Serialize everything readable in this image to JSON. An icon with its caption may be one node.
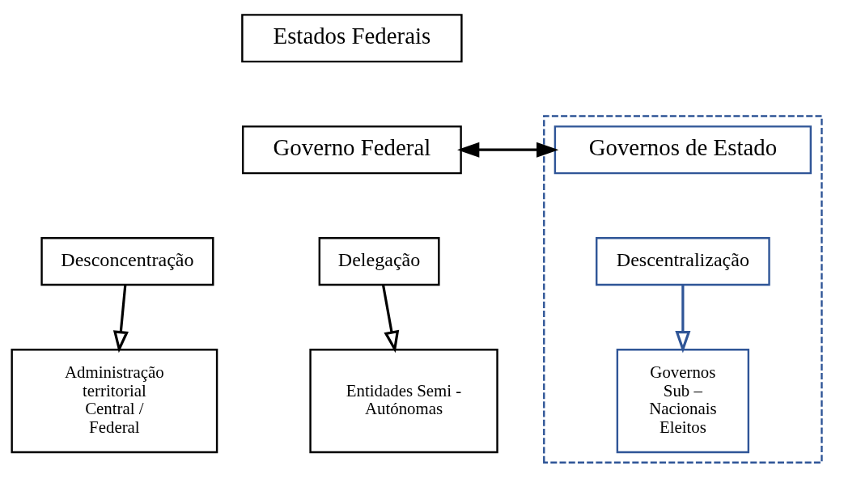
{
  "diagram": {
    "nodes": [
      {
        "text": [
          "Estados Federais"
        ]
      },
      {
        "text": [
          "Governo Federal"
        ]
      },
      {
        "text": [],
        "shape": "box"
      },
      {
        "text": [
          "Governos de Estado"
        ],
        "in": 2
      },
      {
        "text": [
          "Desconcentração"
        ]
      },
      {
        "text": [
          "Delegação"
        ]
      },
      {
        "text": [
          "Descentralização"
        ],
        "in": 2
      },
      {
        "text": [
          "Administração territorial Central / Federal"
        ]
      },
      {
        "text": [
          "Entidades Semi - Autónomas"
        ]
      },
      {
        "text": [
          "Governos Sub – Nacionais Eleitos"
        ],
        "in": 2
      }
    ],
    "edges": [
      {
        "from": 1,
        "to": 3,
        "arrow": "both"
      },
      {
        "from": 4,
        "to": 7,
        "arrow": "to"
      },
      {
        "from": 5,
        "to": 8,
        "arrow": "to"
      },
      {
        "from": 6,
        "to": 9,
        "arrow": "to",
        "color": "#2f5597"
      }
    ]
  }
}
